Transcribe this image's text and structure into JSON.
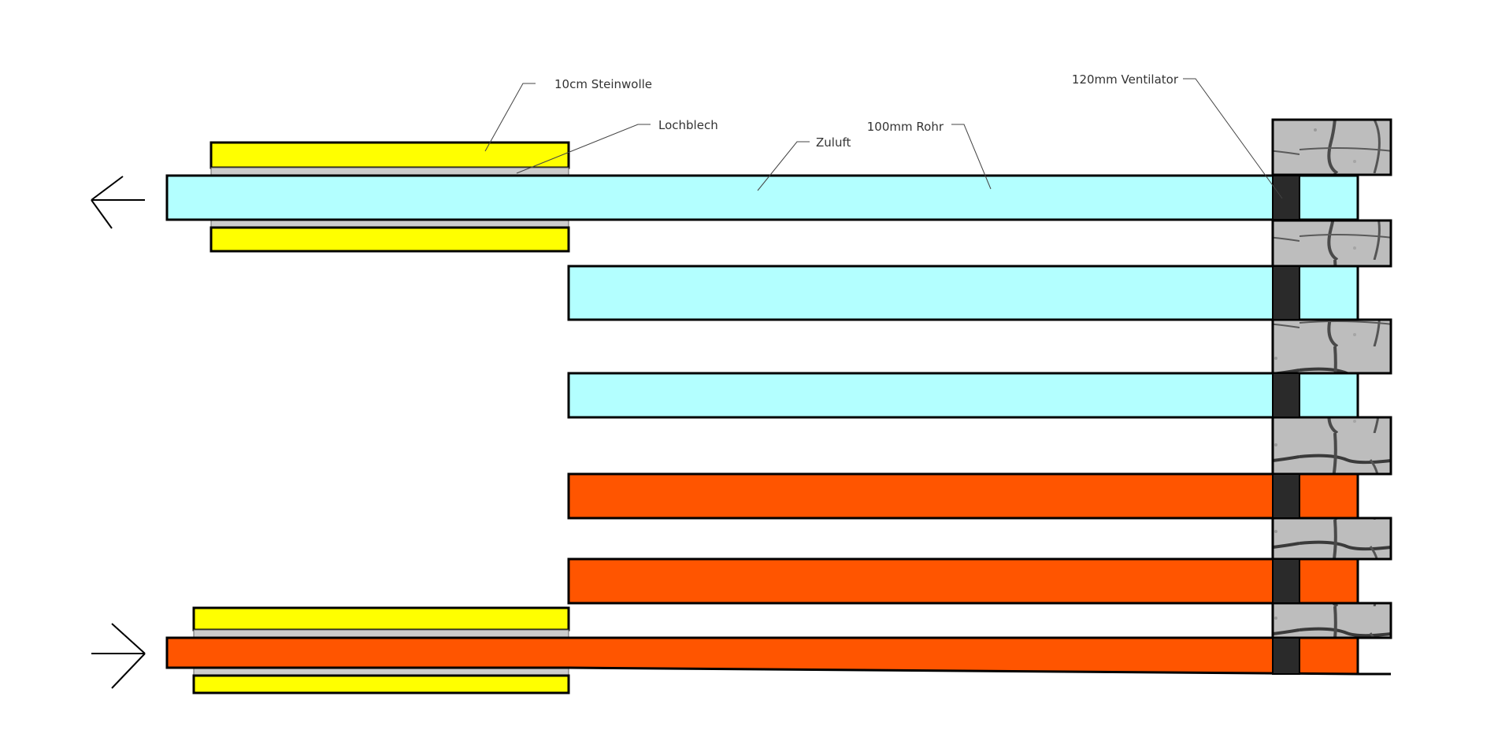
{
  "labels": {
    "insulation": "10cm Steinwolle",
    "perforated_sheet": "Lochblech",
    "supply_air": "Zuluft",
    "pipe": "100mm Rohr",
    "fan": "120mm Ventilator"
  },
  "colors": {
    "supply": "#B3FFFF",
    "exhaust": "#FF5500",
    "insulation": "#FFFF00",
    "sheet": "#CCCCCC",
    "fan": "#2A2A2A",
    "stone": "#BDBDBD",
    "stone_crack": "#3A3A3A",
    "outline": "#000000"
  },
  "icons": {
    "outlet_arrow": "arrow-left-icon",
    "inlet_arrow": "arrow-right-icon"
  }
}
